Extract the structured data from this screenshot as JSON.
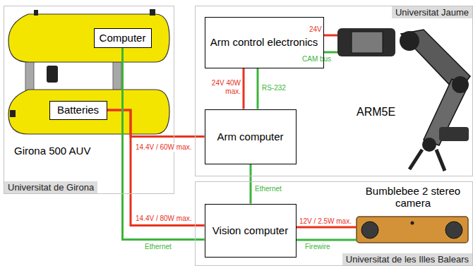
{
  "diagram": {
    "nodes": [
      {
        "text": [
          "Universitat de Girona"
        ]
      },
      {
        "text": [
          "Computer"
        ],
        "in": 0
      },
      {
        "text": [
          "Batteries"
        ],
        "in": 0
      },
      {
        "text": [
          "Universitat Jaume"
        ]
      },
      {
        "text": [
          "Arm control electronics"
        ],
        "in": 3
      },
      {
        "text": [
          "Arm computer"
        ],
        "in": 3
      },
      {
        "text": [
          "Universitat de les Illes Balears"
        ]
      },
      {
        "text": [
          "Vision computer"
        ],
        "in": 6
      }
    ],
    "edges": [
      {
        "from": 2,
        "to": 5,
        "label": "14.4V / 60W max.",
        "arrow": "none"
      },
      {
        "from": 2,
        "to": 7,
        "label": "14.4V / 80W max.",
        "arrow": "none"
      },
      {
        "from": 1,
        "to": 7,
        "label": "Ethernet",
        "arrow": "none"
      },
      {
        "from": 4,
        "to": 5,
        "label": "24V 40W max.",
        "arrow": "none"
      },
      {
        "from": 4,
        "to": 5,
        "label": "RS-232",
        "arrow": "none"
      },
      {
        "from": 5,
        "to": 7,
        "label": "Ethernet",
        "arrow": "none"
      }
    ],
    "labels": [
      "Girona 500 AUV",
      "ARM5E",
      "Bumblebee 2 stereo camera",
      "24V",
      "CAM bus",
      "12V / 2.5W max.",
      "Firewire"
    ]
  }
}
